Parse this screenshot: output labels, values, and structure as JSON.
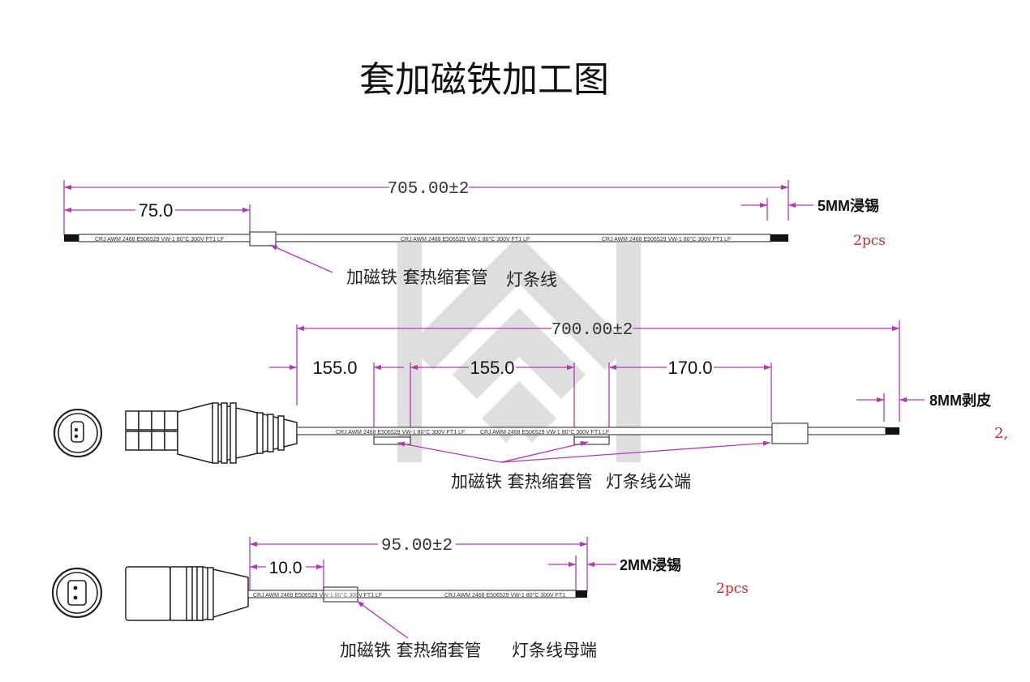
{
  "title": "套加磁铁加工图",
  "colors": {
    "dimension": "#b03ab0",
    "line": "#222222",
    "qty": "#c03030",
    "watermark": "#d2d2d2"
  },
  "cable_print": "CRJ AWM 2468 E506529 VW-1 80°C 300V FT1 LF",
  "cable_print_short": "CRJ AWM 2468 E506529 VW-1 80°C 300V FT1",
  "cable1": {
    "total_dim": "705.00±2",
    "magnet_dim": "75.0",
    "tin_label": "5MM浸锡",
    "qty": "2pcs",
    "callout_magnet": "加磁铁 套热缩套管",
    "callout_cable": "灯条线"
  },
  "cable2": {
    "total_dim": "700.00±2",
    "dim_a": "155.0",
    "dim_b": "155.0",
    "dim_c": "170.0",
    "strip_label": "8MM剥皮",
    "qty": "2,",
    "callout_magnet": "加磁铁 套热缩套管",
    "callout_cable": "灯条线公端"
  },
  "cable3": {
    "total_dim": "95.00±2",
    "magnet_dim": "10.0",
    "tin_label": "2MM浸锡",
    "qty": "2pcs",
    "callout_magnet": "加磁铁 套热缩套管",
    "callout_cable": "灯条线母端"
  }
}
